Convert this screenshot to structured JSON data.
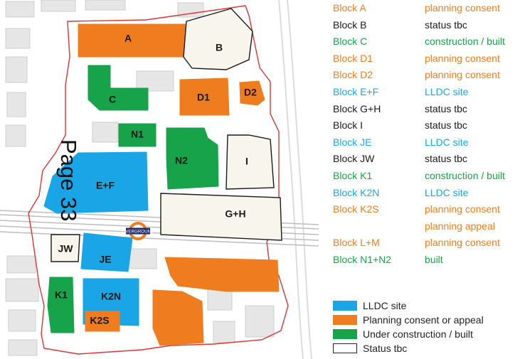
{
  "page_stamp": "Page 33",
  "colors": {
    "lldc": "#1aa6e6",
    "planning": "#ef7d1f",
    "construction": "#17a34a",
    "tbc_fill": "#f7f5ec",
    "boundary": "#d33",
    "text_dark": "#1a1a1a"
  },
  "map": {
    "overground_label": "OVERGROUND",
    "blocks": [
      {
        "id": "A",
        "label": "A",
        "category": "planning"
      },
      {
        "id": "B",
        "label": "B",
        "category": "tbc"
      },
      {
        "id": "C",
        "label": "C",
        "category": "construction"
      },
      {
        "id": "D1",
        "label": "D1",
        "category": "planning"
      },
      {
        "id": "D2",
        "label": "D2",
        "category": "planning"
      },
      {
        "id": "N1",
        "label": "N1",
        "category": "construction"
      },
      {
        "id": "N2",
        "label": "N2",
        "category": "construction"
      },
      {
        "id": "I",
        "label": "I",
        "category": "tbc"
      },
      {
        "id": "EF",
        "label": "E+F",
        "category": "lldc"
      },
      {
        "id": "GH",
        "label": "G+H",
        "category": "tbc"
      },
      {
        "id": "JW",
        "label": "JW",
        "category": "tbc"
      },
      {
        "id": "JE",
        "label": "JE",
        "category": "lldc"
      },
      {
        "id": "K1",
        "label": "K1",
        "category": "construction"
      },
      {
        "id": "K2N",
        "label": "K2N",
        "category": "lldc"
      },
      {
        "id": "K2S",
        "label": "K2S",
        "category": "planning"
      },
      {
        "id": "LM1",
        "label": "",
        "category": "planning"
      },
      {
        "id": "LM2",
        "label": "",
        "category": "planning"
      }
    ]
  },
  "schedule": [
    {
      "block": "Block A",
      "status": "planning consent",
      "block_color": "#ef7d1f",
      "status_color": "#ef7d1f"
    },
    {
      "block": "Block B",
      "status": "status tbc",
      "block_color": "#1a1a1a",
      "status_color": "#1a1a1a"
    },
    {
      "block": "Block C",
      "status": "construction / built",
      "block_color": "#17a34a",
      "status_color": "#17a34a"
    },
    {
      "block": "Block D1",
      "status": "planning consent",
      "block_color": "#ef7d1f",
      "status_color": "#ef7d1f"
    },
    {
      "block": "Block D2",
      "status": "planning consent",
      "block_color": "#ef7d1f",
      "status_color": "#ef7d1f"
    },
    {
      "block": "Block E+F",
      "status": "LLDC site",
      "block_color": "#1aa6e6",
      "status_color": "#1aa6e6"
    },
    {
      "block": "Block G+H",
      "status": "status tbc",
      "block_color": "#1a1a1a",
      "status_color": "#1a1a1a"
    },
    {
      "block": "Block I",
      "status": "status tbc",
      "block_color": "#1a1a1a",
      "status_color": "#1a1a1a"
    },
    {
      "block": "Block JE",
      "status": "LLDC site",
      "block_color": "#1aa6e6",
      "status_color": "#1aa6e6"
    },
    {
      "block": "Block JW",
      "status": "status tbc",
      "block_color": "#1a1a1a",
      "status_color": "#1a1a1a"
    },
    {
      "block": "Block K1",
      "status": "construction / built",
      "block_color": "#17a34a",
      "status_color": "#17a34a"
    },
    {
      "block": "Block K2N",
      "status": "LLDC site",
      "block_color": "#1aa6e6",
      "status_color": "#1aa6e6"
    },
    {
      "block": "Block K2S",
      "status": "planning consent",
      "block_color": "#ef7d1f",
      "status_color": "#ef7d1f"
    },
    {
      "block": "",
      "status": "planning appeal",
      "block_color": "#ef7d1f",
      "status_color": "#ef7d1f"
    },
    {
      "block": "Block L+M",
      "status": "planning consent",
      "block_color": "#ef7d1f",
      "status_color": "#ef7d1f"
    },
    {
      "block": "Block N1+N2",
      "status": "built",
      "block_color": "#17a34a",
      "status_color": "#17a34a"
    }
  ],
  "legend": [
    {
      "label": "LLDC site",
      "swatch": "#1aa6e6",
      "outline": false
    },
    {
      "label": "Planning consent or appeal",
      "swatch": "#ef7d1f",
      "outline": false
    },
    {
      "label": "Under construction / built",
      "swatch": "#17a34a",
      "outline": false
    },
    {
      "label": "Status tbc",
      "swatch": "#ffffff",
      "outline": true
    }
  ]
}
